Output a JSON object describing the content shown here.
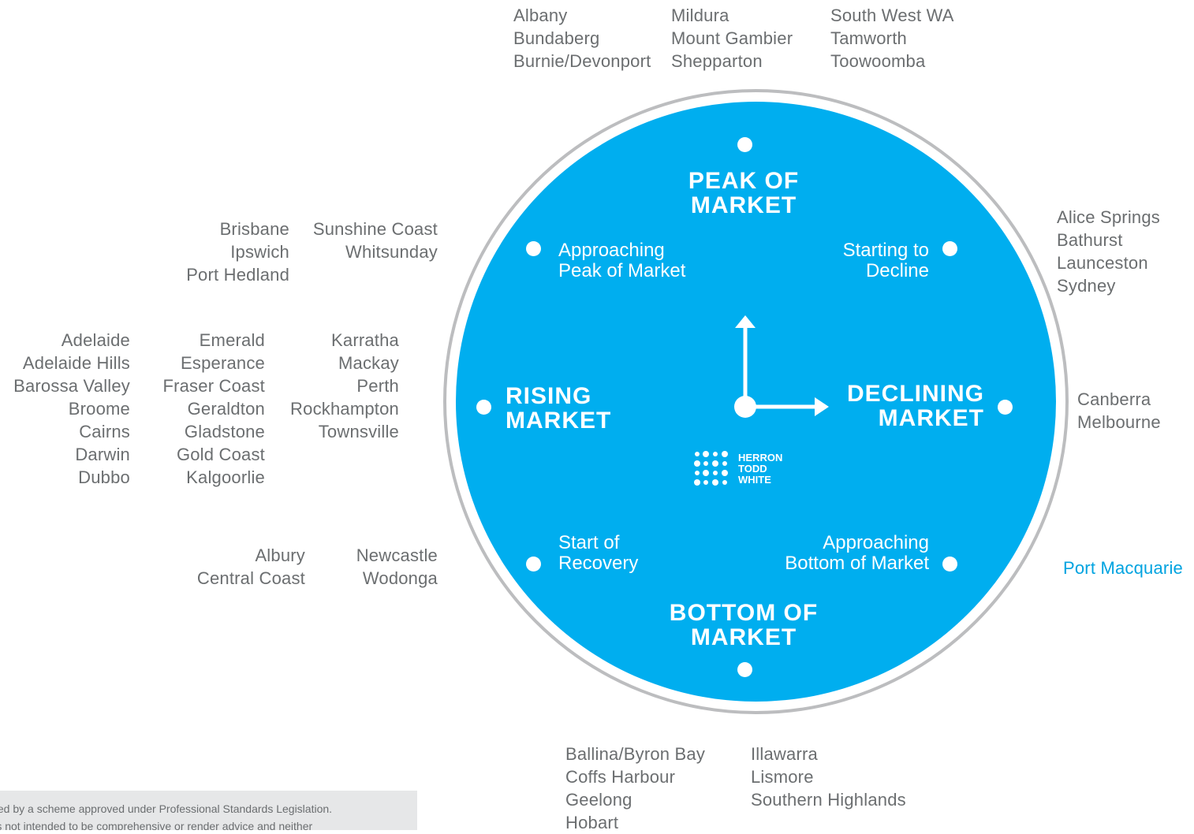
{
  "groups": {
    "peak_top_1": [
      "Albany",
      "Bundaberg",
      "Burnie/Devonport"
    ],
    "peak_top_2": [
      "Mildura",
      "Mount Gambier",
      "Shepparton"
    ],
    "peak_top_3": [
      "South West WA",
      "Tamworth",
      "Toowoomba"
    ],
    "starting_decline": [
      "Alice Springs",
      "Bathurst",
      "Launceston",
      "Sydney"
    ],
    "declining": [
      "Canberra",
      "Melbourne"
    ],
    "approaching_bottom": [
      "Port Macquarie"
    ],
    "bottom_1": [
      "Ballina/Byron Bay",
      "Coffs Harbour",
      "Geelong",
      "Hobart"
    ],
    "bottom_2": [
      "Illawarra",
      "Lismore",
      "Southern Highlands"
    ],
    "recovery_1": [
      "Albury",
      "Central Coast"
    ],
    "recovery_2": [
      "Newcastle",
      "Wodonga"
    ],
    "rising_1": [
      "Adelaide",
      "Adelaide Hills",
      "Barossa Valley",
      "Broome",
      "Cairns",
      "Darwin",
      "Dubbo"
    ],
    "rising_2": [
      "Emerald",
      "Esperance",
      "Fraser Coast",
      "Geraldton",
      "Gladstone",
      "Gold Coast",
      "Kalgoorlie"
    ],
    "rising_3": [
      "Karratha",
      "Mackay",
      "Perth",
      "Rockhampton",
      "Townsville"
    ],
    "approaching_peak_1": [
      "Brisbane",
      "Ipswich",
      "Port Hedland"
    ],
    "approaching_peak_2": [
      "Sunshine Coast",
      "Whitsunday"
    ]
  },
  "clock": {
    "peak": "PEAK OF\nMARKET",
    "declining": "DECLINING\nMARKET",
    "bottom": "BOTTOM OF\nMARKET",
    "rising": "RISING\nMARKET",
    "approaching_peak": "Approaching\nPeak of Market",
    "starting_decline": "Starting to\nDecline",
    "approaching_bottom": "Approaching\nBottom of Market",
    "start_recovery": "Start of\nRecovery"
  },
  "logo": {
    "line1": "HERRON",
    "line2": "TODD",
    "line3": "WHITE"
  },
  "footer": {
    "line1": "limited by a scheme approved under Professional Standards Legislation.",
    "line2": "ort is not intended to be comprehensive or render advice and neither"
  },
  "colors": {
    "clock_face": "#00aeef",
    "ring": "#bcbdbf",
    "text_grey": "#6b6e70",
    "highlight": "#00a3e0"
  }
}
